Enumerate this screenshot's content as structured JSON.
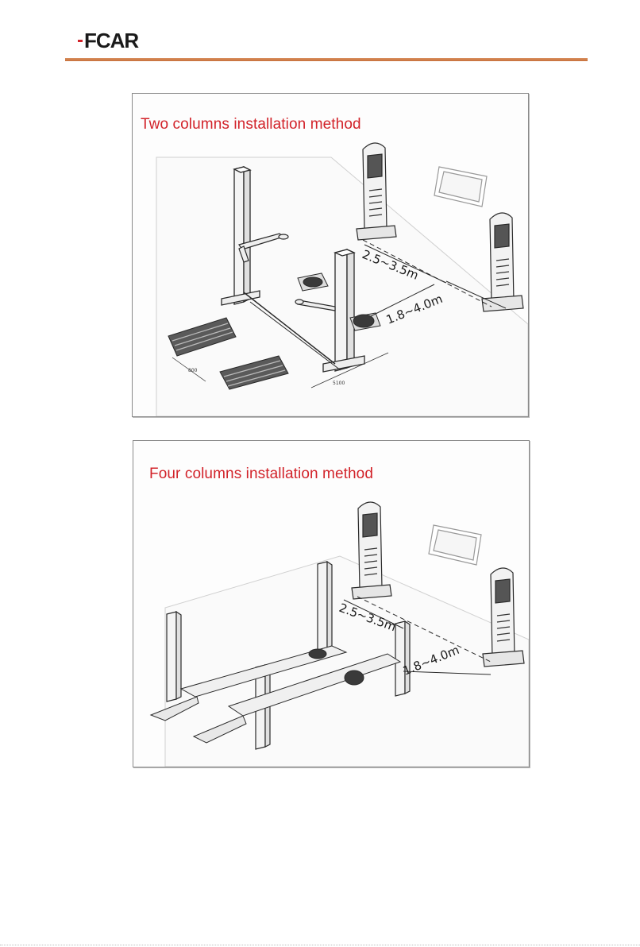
{
  "header": {
    "logo_text": "FCAR",
    "brand_color": "#c8703c",
    "logo_color": "#1a1a1a",
    "logo_accent": "#d2232a"
  },
  "figures": [
    {
      "title": "Two columns installation method",
      "dim_a": "2.5~3.5m",
      "dim_b": "1.8~4.0m",
      "dim_small_1": "800",
      "dim_small_2": "5100"
    },
    {
      "title": "Four columns installation method",
      "dim_a": "2.5~3.5m",
      "dim_b": "1.8~4.0m"
    }
  ],
  "colors": {
    "title_red": "#d2232a",
    "line": "#2a2a2a"
  }
}
